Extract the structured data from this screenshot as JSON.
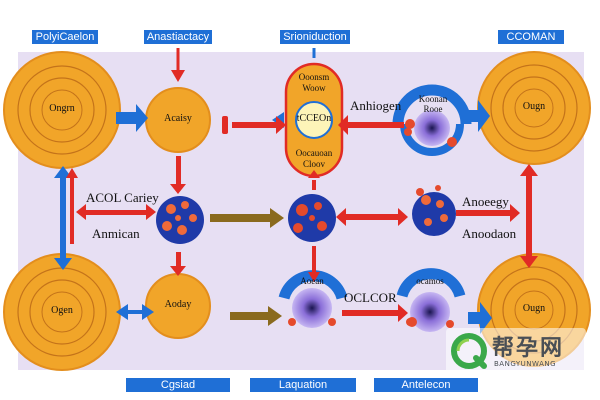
{
  "header_tags": {
    "tag1": "PolyiCaelon",
    "tag2": "Anastiactacy",
    "tag3": "Srioniduction",
    "tag4": "CCOMAN"
  },
  "nodes": {
    "top_left_circle": "Ongrn",
    "top_left_center": "Acaisy",
    "center_top_title": "Ooonsm Woow",
    "center_top_inner": "tCCEOn",
    "center_top_sub": "Oocauoan Cloov",
    "top_right_text_1": "Anhiogen",
    "top_right_text_2": "Koonan Rooe",
    "top_right_circle": "Ougn",
    "left_label_1": "ACOL Cariey",
    "left_label_2": "Anmican",
    "right_label_1": "Anoeegy",
    "right_label_2": "Anoodaon",
    "bottom_left_circle": "Ogen",
    "bottom_left_center": "Aoday",
    "bottom_center_top": "Aoean",
    "bottom_center_label": "OCLCOR",
    "bottom_right_top": "ocamos",
    "bottom_right_circle": "Ougn"
  },
  "footer_tags": {
    "tag1": "Cgsiad",
    "tag2": "Laquation",
    "tag3": "Antelecon"
  },
  "watermark": {
    "logo_text": "帮孕网",
    "logo_sub": "BANGYUNWANG"
  },
  "colors": {
    "orange": "#f1a529",
    "blue": "#1f6fd6",
    "red": "#e12b25",
    "panel": "#e7dff3"
  }
}
